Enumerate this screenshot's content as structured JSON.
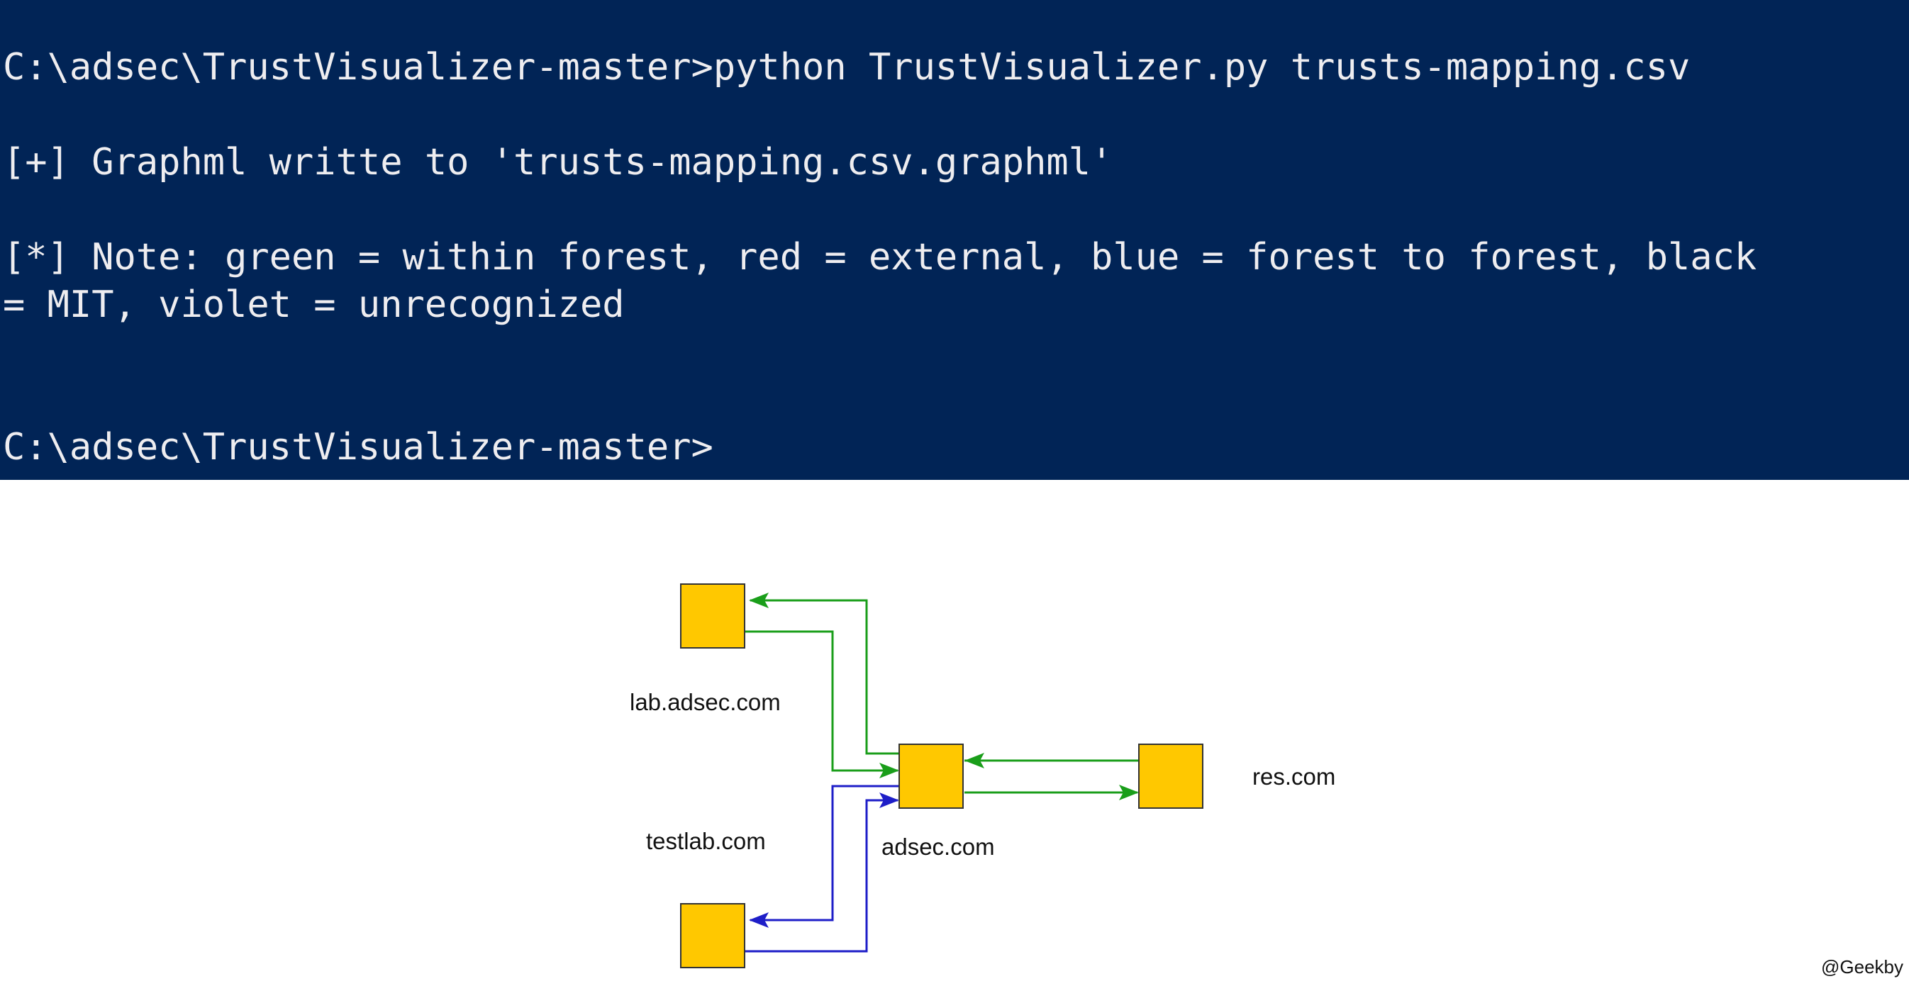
{
  "console": {
    "lines": [
      "C:\\adsec\\TrustVisualizer-master>python TrustVisualizer.py trusts-mapping.csv",
      "[+] Graphml writte to 'trusts-mapping.csv.graphml'",
      "[*] Note: green = within forest, red = external, blue = forest to forest, black",
      "= MIT, violet = unrecognized",
      "C:\\adsec\\TrustVisualizer-master>"
    ],
    "background": "#012456",
    "text_color": "#eeedf0"
  },
  "graph": {
    "nodes": [
      {
        "label": "lab.adsec.com"
      },
      {
        "label": "adsec.com"
      },
      {
        "label": "res.com"
      },
      {
        "label": "testlab.com"
      }
    ],
    "edges": [
      {
        "from": "lab.adsec.com",
        "to": "adsec.com",
        "color": "green"
      },
      {
        "from": "adsec.com",
        "to": "lab.adsec.com",
        "color": "green"
      },
      {
        "from": "res.com",
        "to": "adsec.com",
        "color": "green"
      },
      {
        "from": "adsec.com",
        "to": "res.com",
        "color": "green"
      },
      {
        "from": "testlab.com",
        "to": "adsec.com",
        "color": "blue"
      },
      {
        "from": "adsec.com",
        "to": "testlab.com",
        "color": "blue"
      }
    ],
    "node_fill": "#ffc800",
    "green": "#1a9e1a",
    "blue": "#1e1ec8"
  },
  "watermark": "@Geekby"
}
